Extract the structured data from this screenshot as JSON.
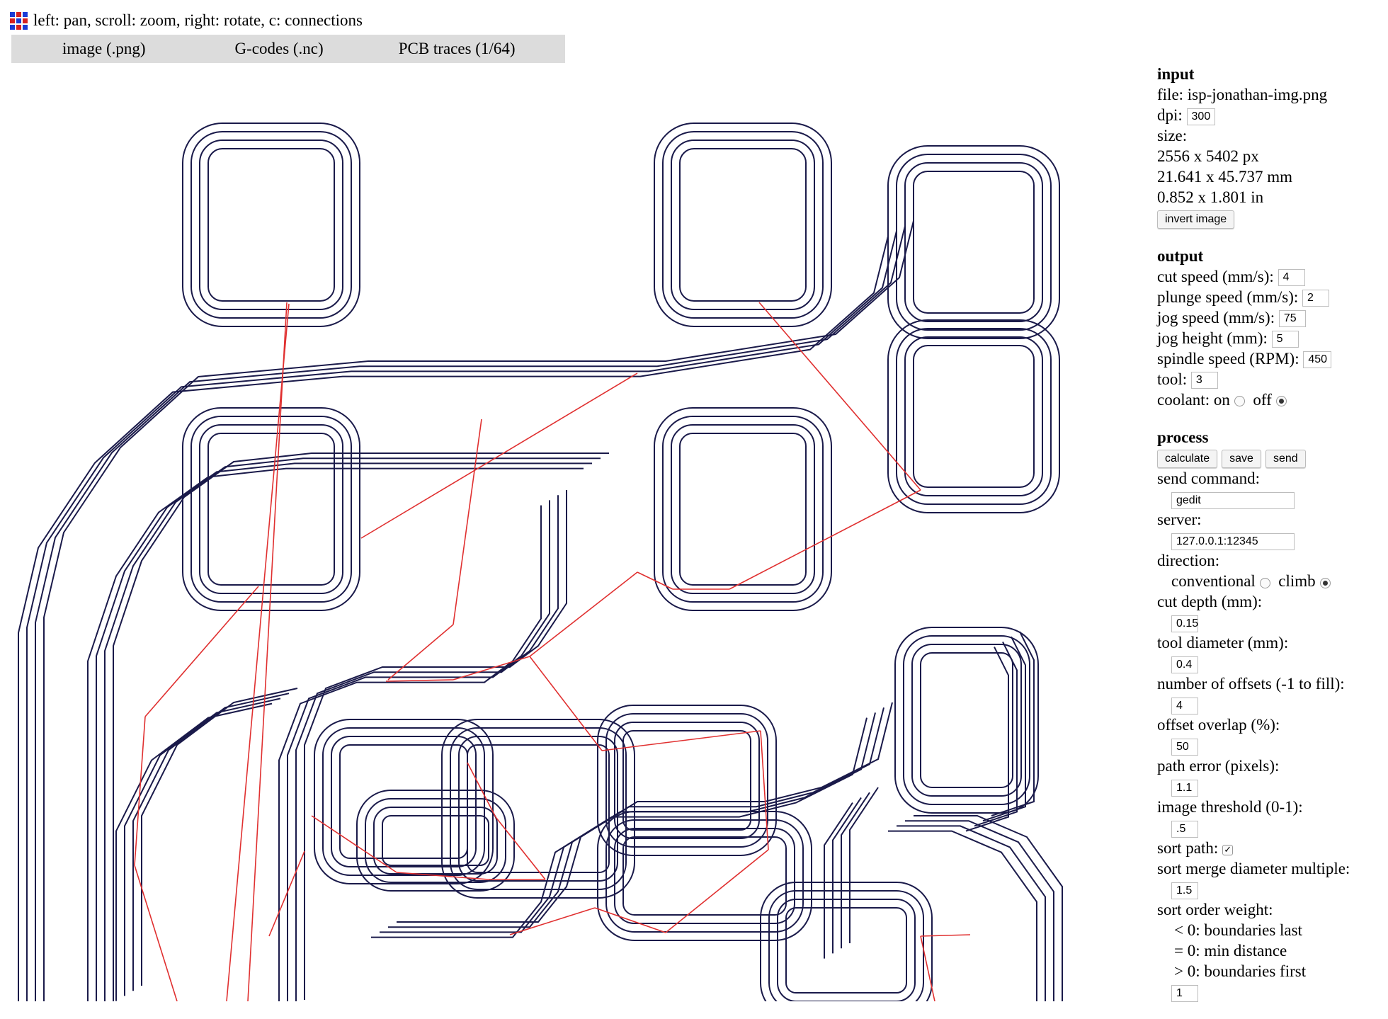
{
  "header": {
    "hint": "left: pan, scroll: zoom, right: rotate, c: connections"
  },
  "menu": {
    "items": [
      "image (.png)",
      "G-codes (.nc)",
      "PCB traces (1/64)"
    ]
  },
  "colors": {
    "trace": "#1a1a4a",
    "connection": "#e03030",
    "menu_bg": "#dcdcdc",
    "icon_blue": "#1a3bd6",
    "icon_red": "#d62020"
  },
  "panel": {
    "input": {
      "title": "input",
      "file_label": "file:",
      "file_name": "isp-jonathan-img.png",
      "dpi_label": "dpi:",
      "dpi_value": "300",
      "size_label": "size:",
      "size_px": "2556 x 5402 px",
      "size_mm": "21.641 x 45.737 mm",
      "size_in": "0.852 x 1.801 in",
      "invert_button": "invert image"
    },
    "output": {
      "title": "output",
      "cut_speed_label": "cut speed (mm/s):",
      "cut_speed_value": "4",
      "plunge_speed_label": "plunge speed (mm/s):",
      "plunge_speed_value": "2",
      "jog_speed_label": "jog speed (mm/s):",
      "jog_speed_value": "75",
      "jog_height_label": "jog height (mm):",
      "jog_height_value": "5",
      "spindle_label": "spindle speed (RPM):",
      "spindle_value": "450",
      "tool_label": "tool:",
      "tool_value": "3",
      "coolant_label": "coolant: on",
      "coolant_off_label": "off",
      "coolant_selected": "off"
    },
    "process": {
      "title": "process",
      "calculate_button": "calculate",
      "save_button": "save",
      "send_button": "send",
      "send_command_label": "send command:",
      "send_command_value": "gedit",
      "server_label": "server:",
      "server_value": "127.0.0.1:12345",
      "direction_label": "direction:",
      "conventional_label": "conventional",
      "climb_label": "climb",
      "direction_selected": "climb",
      "cut_depth_label": "cut depth (mm):",
      "cut_depth_value": "0.15",
      "tool_diameter_label": "tool diameter (mm):",
      "tool_diameter_value": "0.4",
      "offsets_label": "number of offsets (-1 to fill):",
      "offsets_value": "4",
      "overlap_label": "offset overlap (%):",
      "overlap_value": "50",
      "path_error_label": "path error (pixels):",
      "path_error_value": "1.1",
      "threshold_label": "image threshold (0-1):",
      "threshold_value": ".5",
      "sort_path_label": "sort path:",
      "sort_path_checked": true,
      "merge_label": "sort merge diameter multiple:",
      "merge_value": "1.5",
      "order_weight_label": "sort order weight:",
      "order_lines": [
        "< 0: boundaries last",
        "= 0: min distance",
        "> 0: boundaries first"
      ],
      "order_weight_value": "1"
    }
  }
}
